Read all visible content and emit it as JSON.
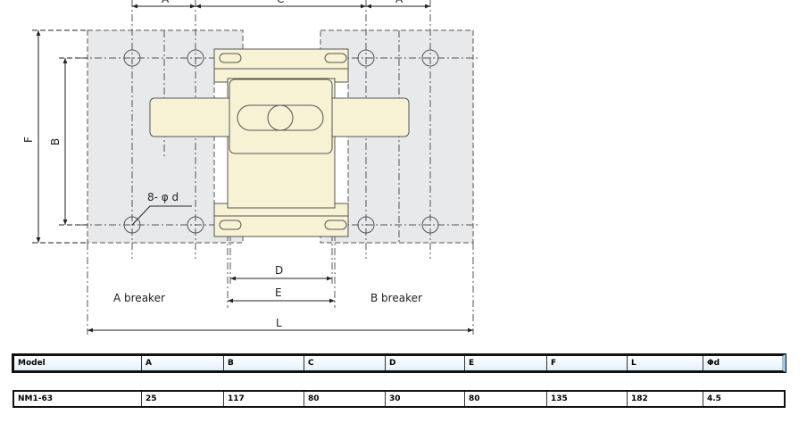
{
  "drawing": {
    "dim_labels": {
      "A_left": "A",
      "C": "C",
      "A_right": "A",
      "F": "F",
      "B": "B",
      "D": "D",
      "E": "E",
      "L": "L",
      "hole": "8- φ d"
    },
    "left_label": "A breaker",
    "right_label": "B breaker"
  },
  "table": {
    "headers": [
      "Model",
      "A",
      "B",
      "C",
      "D",
      "E",
      "F",
      "L",
      "Φd"
    ],
    "rows": [
      [
        "NM1-63",
        "25",
        "117",
        "80",
        "30",
        "80",
        "135",
        "182",
        "4.5"
      ]
    ]
  }
}
